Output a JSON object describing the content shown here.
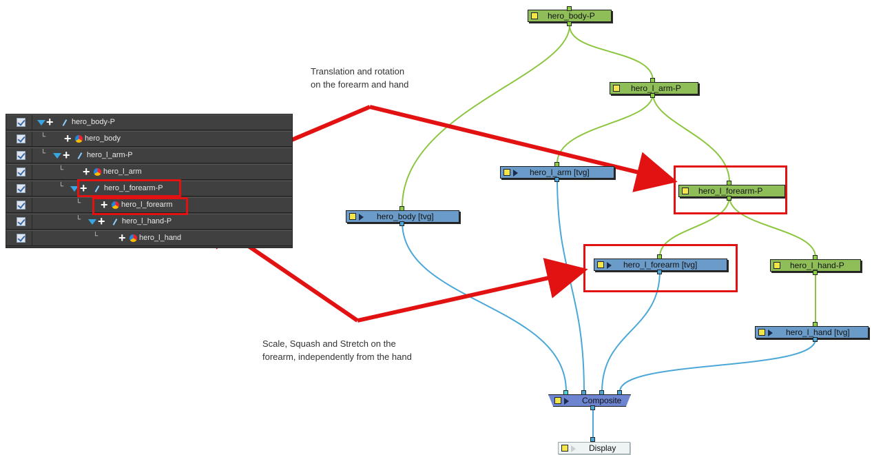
{
  "layers": [
    {
      "label": "hero_body-P",
      "checked": true
    },
    {
      "label": "hero_body",
      "checked": true
    },
    {
      "label": "hero_l_arm-P",
      "checked": true
    },
    {
      "label": "hero_l_arm",
      "checked": true
    },
    {
      "label": "hero_l_forearm-P",
      "checked": true
    },
    {
      "label": "hero_l_forearm",
      "checked": true
    },
    {
      "label": "hero_l_hand-P",
      "checked": true
    },
    {
      "label": "hero_l_hand",
      "checked": true
    }
  ],
  "nodes": {
    "body_peg": "hero_body-P",
    "arm_peg": "hero_l_arm-P",
    "forearm_peg": "hero_l_forearm-P",
    "hand_peg": "hero_l_hand-P",
    "body_drw": "hero_body  [tvg]",
    "arm_drw": "hero_l_arm  [tvg]",
    "forearm_drw": "hero_l_forearm  [tvg]",
    "hand_drw": "hero_l_hand  [tvg]",
    "composite": "Composite",
    "display": "Display"
  },
  "annotations": {
    "top_line1": "Translation and rotation",
    "top_line2": "on the forearm and hand",
    "bottom_line1": "Scale, Squash and Stretch on the",
    "bottom_line2": "forearm, independently from the hand"
  },
  "colors": {
    "peg_node": "#8fbe59",
    "drawing_node": "#6b9cc9",
    "composite_node": "#6d85d0",
    "highlight": "#e31212",
    "wire_green": "#8cc63f",
    "wire_blue": "#4aa7d8"
  }
}
